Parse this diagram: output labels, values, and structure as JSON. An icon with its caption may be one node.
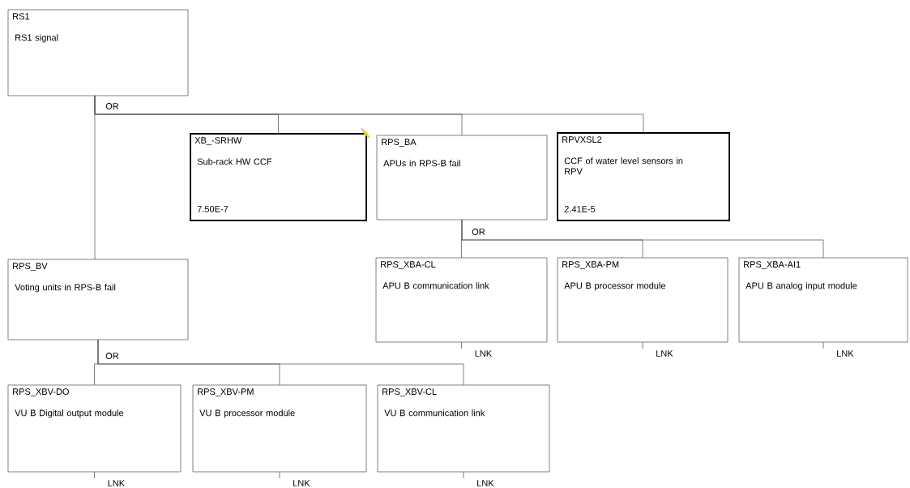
{
  "diagram": {
    "nodes": [
      {
        "text": [
          "RS1",
          "RS1 signal"
        ]
      },
      {
        "text": [
          "XB_-SRHW",
          "Sub-rack HW CCF",
          "7.50E-7"
        ]
      },
      {
        "text": [
          "RPS_BA",
          "APUs in RPS-B fail"
        ]
      },
      {
        "text": [
          "RPVXSL2",
          "CCF of water level sensors in RPV",
          "2.41E-5"
        ]
      },
      {
        "text": [
          "RPS_BV",
          "Voting units in RPS-B fail"
        ]
      },
      {
        "text": [
          "RPS_XBA-CL",
          "APU B communication link"
        ]
      },
      {
        "text": [
          "RPS_XBA-PM",
          "APU B processor module"
        ]
      },
      {
        "text": [
          "RPS_XBA-AI1",
          "APU B analog input module"
        ]
      },
      {
        "text": [
          "RPS_XBV-DO",
          "VU B Digital output module"
        ]
      },
      {
        "text": [
          "RPS_XBV-PM",
          "VU B processor module"
        ]
      },
      {
        "text": [
          "RPS_XBV-CL",
          "VU B communication link"
        ]
      }
    ],
    "edges": [
      {
        "from": 0,
        "to": 4,
        "arrow": "none"
      },
      {
        "from": 0,
        "to": 1,
        "arrow": "none"
      },
      {
        "from": 0,
        "to": 2,
        "arrow": "none"
      },
      {
        "from": 0,
        "to": 3,
        "arrow": "none"
      },
      {
        "from": 2,
        "to": 5,
        "arrow": "none"
      },
      {
        "from": 2,
        "to": 6,
        "arrow": "none"
      },
      {
        "from": 2,
        "to": 7,
        "arrow": "none"
      },
      {
        "from": 4,
        "to": 8,
        "arrow": "none"
      },
      {
        "from": 4,
        "to": 9,
        "arrow": "none"
      },
      {
        "from": 4,
        "to": 10,
        "arrow": "none"
      }
    ],
    "labels": [
      "OR",
      "OR",
      "OR",
      "LNK",
      "LNK",
      "LNK",
      "LNK",
      "LNK",
      "LNK"
    ]
  }
}
